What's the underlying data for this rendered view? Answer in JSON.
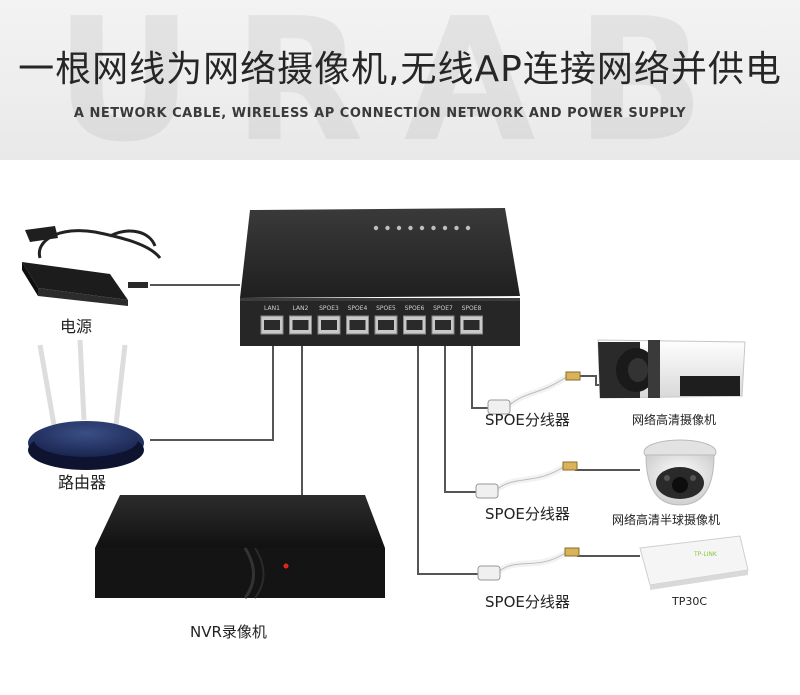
{
  "header": {
    "watermark": "URAB",
    "title_cn": "一根网线为网络摄像机,无线AP连接网络并供电",
    "title_en": "A NETWORK CABLE, WIRELESS AP CONNECTION NETWORK AND POWER SUPPLY"
  },
  "switch": {
    "ports": [
      "LAN1",
      "LAN2",
      "SPOE3",
      "SPOE4",
      "SPOE5",
      "SPOE6",
      "SPOE7",
      "SPOE8"
    ]
  },
  "devices": {
    "power_adapter": "电源",
    "router": "路由器",
    "nvr": "NVR录像机",
    "bullet_camera": "网络高清摄像机",
    "dome_camera": "网络高清半球摄像机",
    "access_point": "TP30C",
    "ap_brand": "TP-LINK"
  },
  "splitters": [
    "SPOE分线器",
    "SPOE分线器",
    "SPOE分线器"
  ],
  "colors": {
    "cable": "#555555",
    "device_dark": "#1e1e1e",
    "switch_body": "#2a2a2a",
    "text": "#222222"
  }
}
